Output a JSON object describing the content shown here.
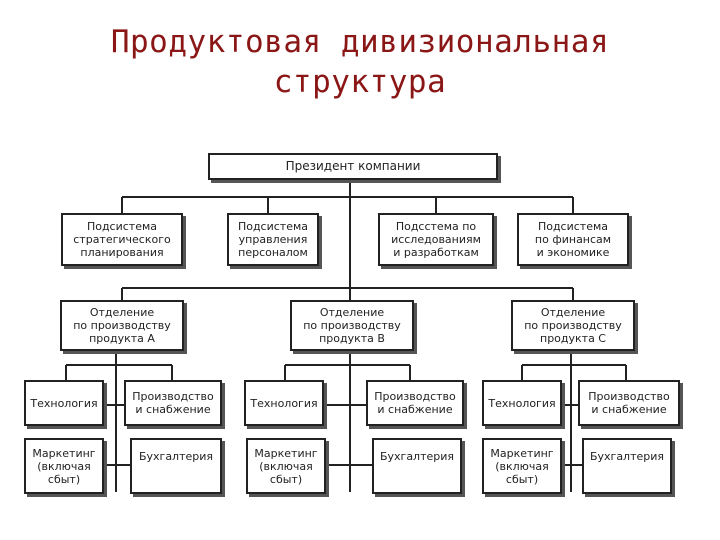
{
  "title": {
    "line1": "Продуктовая дивизиональная",
    "line2": "структура"
  },
  "president": "Президент компании",
  "subsystems": [
    "Подсистема\nстратегического\nпланирования",
    "Подсистема\nуправления\nперсоналом",
    "Подсстема по\nисследованиям\nи разработкам",
    "Подсистема\nпо финансам\nи экономике"
  ],
  "divisions": [
    {
      "name": "Отделение\nпо производству\nпродукта А",
      "units": [
        "Технология",
        "Производство\nи снабжение",
        "Маркетинг\n(включая\nсбыт)",
        "Бухгалтерия"
      ]
    },
    {
      "name": "Отделение\nпо производству\nпродукта В",
      "units": [
        "Технология",
        "Производство\nи снабжение",
        "Маркетинг\n(включая\nсбыт)",
        "Бухгалтерия"
      ]
    },
    {
      "name": "Отделение\nпо производству\nпродукта С",
      "units": [
        "Технология",
        "Производство\nи снабжение",
        "Маркетинг\n(включая\nсбыт)",
        "Бухгалтерия"
      ]
    }
  ],
  "colors": {
    "title": "#8b1616",
    "line": "#222222"
  }
}
